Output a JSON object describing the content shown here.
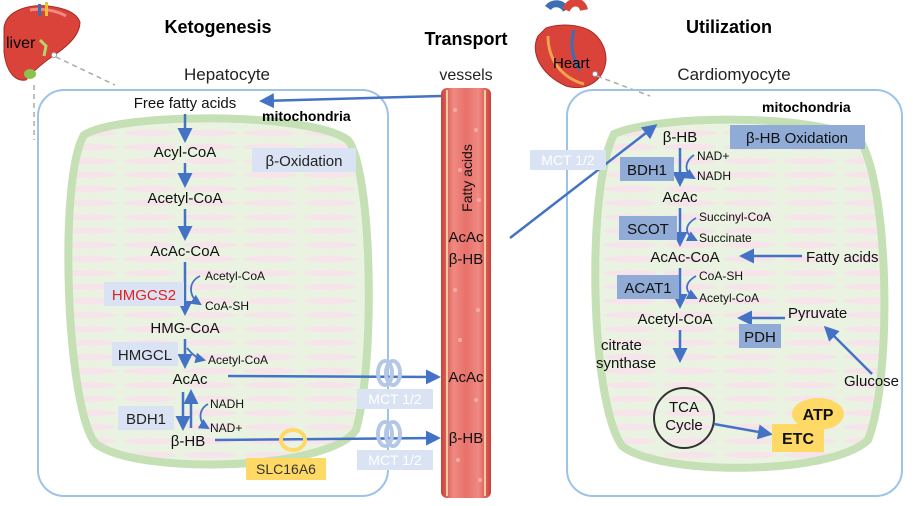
{
  "sections": {
    "ketogenesis": "Ketogenesis",
    "transport": "Transport",
    "utilization": "Utilization"
  },
  "organs": {
    "liver": "liver",
    "heart": "Heart",
    "liver_icon": "liver-icon",
    "heart_icon": "heart-icon"
  },
  "cells": {
    "hepatocyte": "Hepatocyte",
    "vessels": "vessels",
    "cardiomyocyte": "Cardiomyocyte"
  },
  "left": {
    "mitochondria": "mitochondria",
    "free_fatty_acids": "Free fatty acids",
    "acyl_coa": "Acyl-CoA",
    "beta_oxidation": "β-Oxidation",
    "acetyl_coa": "Acetyl-CoA",
    "acac_coa": "AcAc-CoA",
    "hmgcs2": "HMGCS2",
    "hmgcs2_in": "Acetyl-CoA",
    "hmgcs2_out": "CoA-SH",
    "hmg_coa": "HMG-CoA",
    "hmgcl": "HMGCL",
    "hmgcl_out": "Acetyl-CoA",
    "acac": "AcAc",
    "bdh1": "BDH1",
    "nadh": "NADH",
    "nad": "NAD+",
    "bhb": "β-HB",
    "slc16a6": "SLC16A6"
  },
  "vessel": {
    "fatty_acids": "Fatty acids",
    "acac_upper": "AcAc",
    "bhb_upper": "β-HB",
    "acac_lower": "AcAc",
    "bhb_lower": "β-HB",
    "mct_lower_1": "MCT 1/2",
    "mct_lower_2": "MCT 1/2",
    "mct_upper": "MCT 1/2"
  },
  "right": {
    "mitochondria": "mitochondria",
    "bhb": "β-HB",
    "bhb_oxidation": "β-HB Oxidation",
    "bdh1": "BDH1",
    "nad": "NAD+",
    "nadh": "NADH",
    "acac": "AcAc",
    "scot": "SCOT",
    "succinyl_coa": "Succinyl-CoA",
    "succinate": "Succinate",
    "acac_coa": "AcAc-CoA",
    "fatty_acids": "Fatty acids",
    "acat1": "ACAT1",
    "coa_sh": "CoA-SH",
    "acat1_out": "Acetyl-CoA",
    "acetyl_coa": "Acetyl-CoA",
    "pdh": "PDH",
    "pyruvate": "Pyruvate",
    "citrate_1": "citrate",
    "citrate_2": "synthase",
    "glucose": "Glucose",
    "tca_1": "TCA",
    "tca_2": "Cycle",
    "atp": "ATP",
    "etc": "ETC"
  },
  "colors": {
    "arrow": "#4472c4",
    "enzyme_light": "#dae3f3",
    "enzyme_dark": "#8fabd6",
    "hmgcs2": "#e02020",
    "mct": "#b4c7e7",
    "slc": "#ffd966",
    "cell_border": "#9dc3e6",
    "mito_fill": "#e2efd9",
    "mito_border": "#c5e0b4",
    "vessel": "#e8716b"
  }
}
